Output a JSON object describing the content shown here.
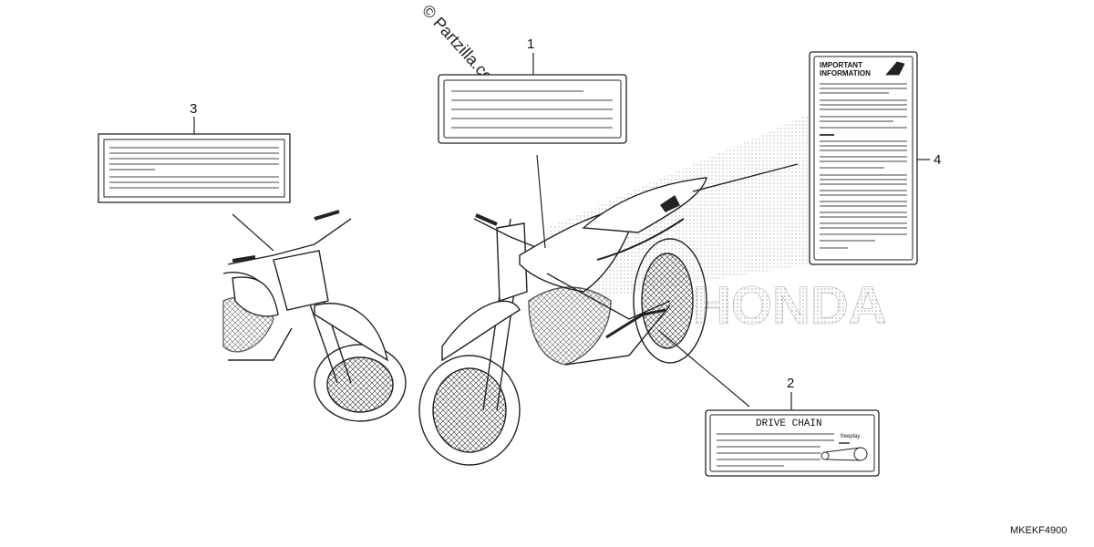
{
  "watermark": "© Partzilla.com",
  "diagram_code": "MKEKF4900",
  "callouts": [
    "1",
    "2",
    "3",
    "4"
  ],
  "label_2": {
    "title": "DRIVE CHAIN",
    "small": "freeplay"
  },
  "label_4": {
    "line1": "IMPORTANT",
    "line2": "INFORMATION"
  },
  "brand_ghost": "HONDA"
}
